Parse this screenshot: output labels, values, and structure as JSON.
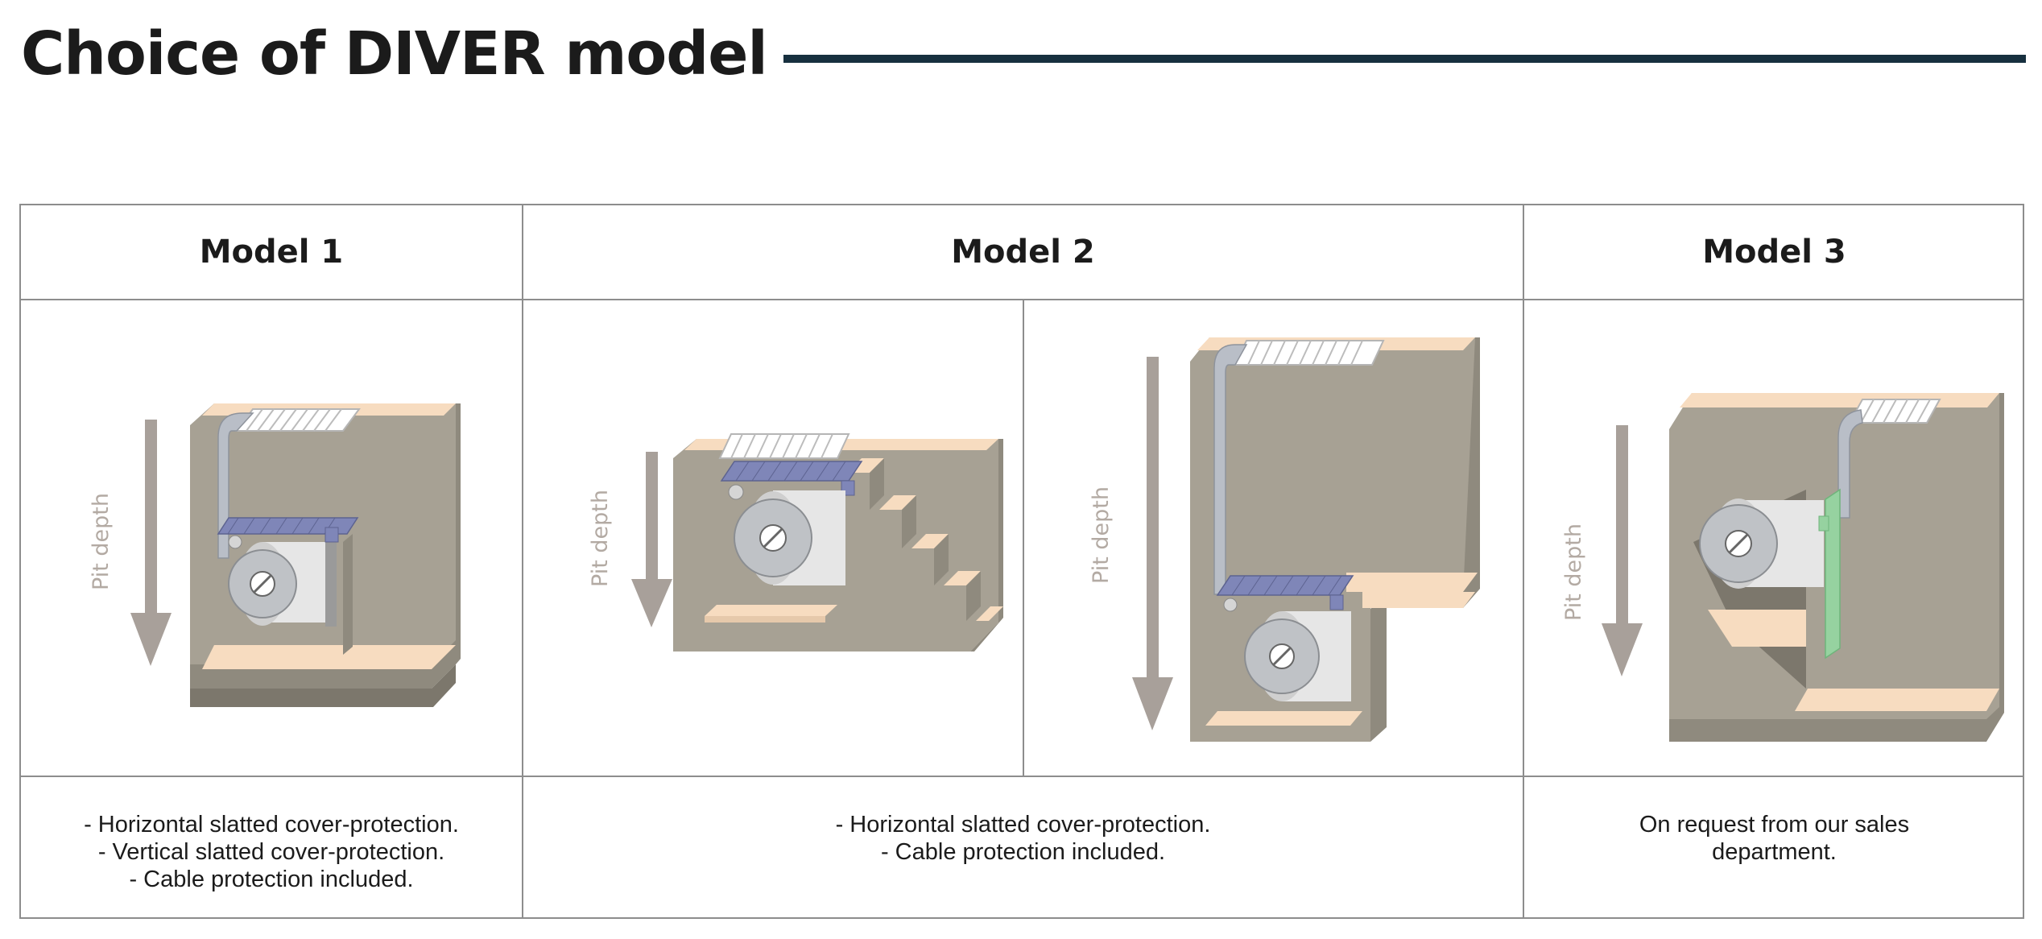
{
  "title": "Choice of DIVER model",
  "models": [
    {
      "heading": "Model 1",
      "description": [
        "- Horizontal slatted cover-protection.",
        "- Vertical slatted cover-protection.",
        "- Cable protection included."
      ]
    },
    {
      "heading": "Model 2",
      "description": [
        "- Horizontal slatted cover-protection.",
        "- Cable protection included."
      ]
    },
    {
      "heading": "Model 3",
      "description": [
        "On request from our sales",
        "department."
      ]
    }
  ],
  "pit_label": "Pit depth",
  "colors": {
    "title_rule": "#17303f",
    "wall": "#a7a194",
    "wall_dark": "#8f8a7e",
    "floor": "#f7dcc0",
    "arrow": "#a8a09a",
    "grate": "#7f86b8",
    "drum": "#c9c9c9",
    "guide": "#96d2a0"
  }
}
